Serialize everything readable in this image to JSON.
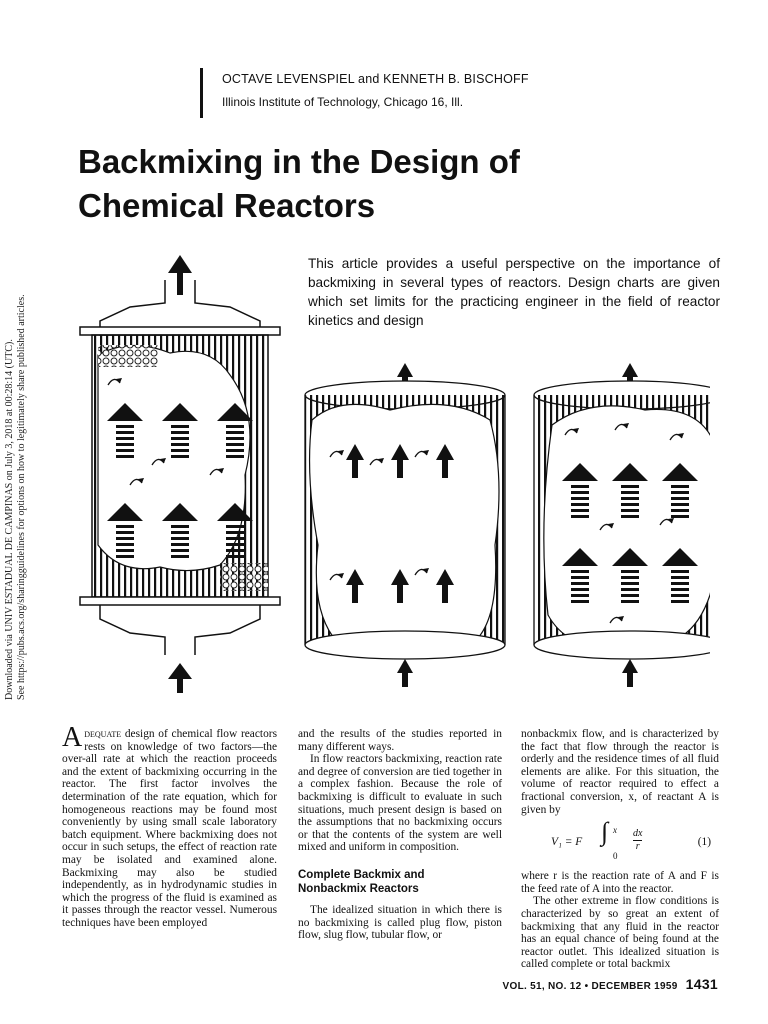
{
  "side_note": {
    "line1": "Downloaded via UNIV ESTADUAL DE CAMPINAS on July 3, 2018 at 00:28:14 (UTC).",
    "line2": "See https://pubs.acs.org/sharingguidelines for options on how to legitimately share published articles."
  },
  "authors": "OCTAVE LEVENSPIEL and KENNETH B. BISCHOFF",
  "affiliation": "Illinois Institute of Technology, Chicago 16, Ill.",
  "title": {
    "line1": "Backmixing in the Design of",
    "line2": "Chemical Reactors"
  },
  "abstract": "This article provides a useful perspective on the importance of backmixing in several types of reactors. Design charts are given which set limits for the practicing engineer in the field of reactor kinetics and design",
  "body": {
    "col1": {
      "dropcap": "A",
      "lead_word": "dequate",
      "p1_text": " design of chemical flow reactors rests on knowledge of two factors—the over-all rate at which the reaction proceeds and the extent of backmixing occurring in the reactor. The first factor involves the determination of the rate equation, which for homogeneous reactions may be found most conveniently by using small scale laboratory batch equipment. Where backmixing does not occur in such setups, the effect of reaction rate may be isolated and examined alone. Backmixing may also be studied independently, as in hydrodynamic studies in which the progress of the fluid is examined as it passes through the reactor vessel. Numerous techniques have been employed"
    },
    "col2": {
      "p1": "and the results of the studies reported in many different ways.",
      "p2": "In flow reactors backmixing, reaction rate and degree of conversion are tied together in a complex fashion. Because the role of backmixing is difficult to evaluate in such situations, much present design is based on the assumptions that no backmixing occurs or that the contents of the system are well mixed and uniform in composition.",
      "section_heading_1": "Complete Backmix and",
      "section_heading_2": "Nonbackmix Reactors",
      "p3": "The idealized situation in which there is no backmixing is called plug flow, piston flow, slug flow, tubular flow, or"
    },
    "col3": {
      "p1": "nonbackmix flow, and is characterized by the fact that flow through the reactor is orderly and the residence times of all fluid elements are alike. For this situation, the volume of reactor required to effect a fractional conversion, x, of reactant A is given by",
      "eq_lhs": "V₁ = F",
      "eq_upper": "x",
      "eq_lower": "0",
      "eq_num": "dx",
      "eq_den": "r",
      "eq_number": "(1)",
      "p2": "where r is the reaction rate of A and F is the feed rate of A into the reactor.",
      "p3": "The other extreme in flow conditions is characterized by so great an extent of backmixing that any fluid in the reactor has an equal chance of being found at the reactor outlet. This idealized situation is called complete or total backmix"
    }
  },
  "footer": {
    "issue": "VOL. 51, NO. 12 • DECEMBER 1959",
    "page": "1431"
  }
}
